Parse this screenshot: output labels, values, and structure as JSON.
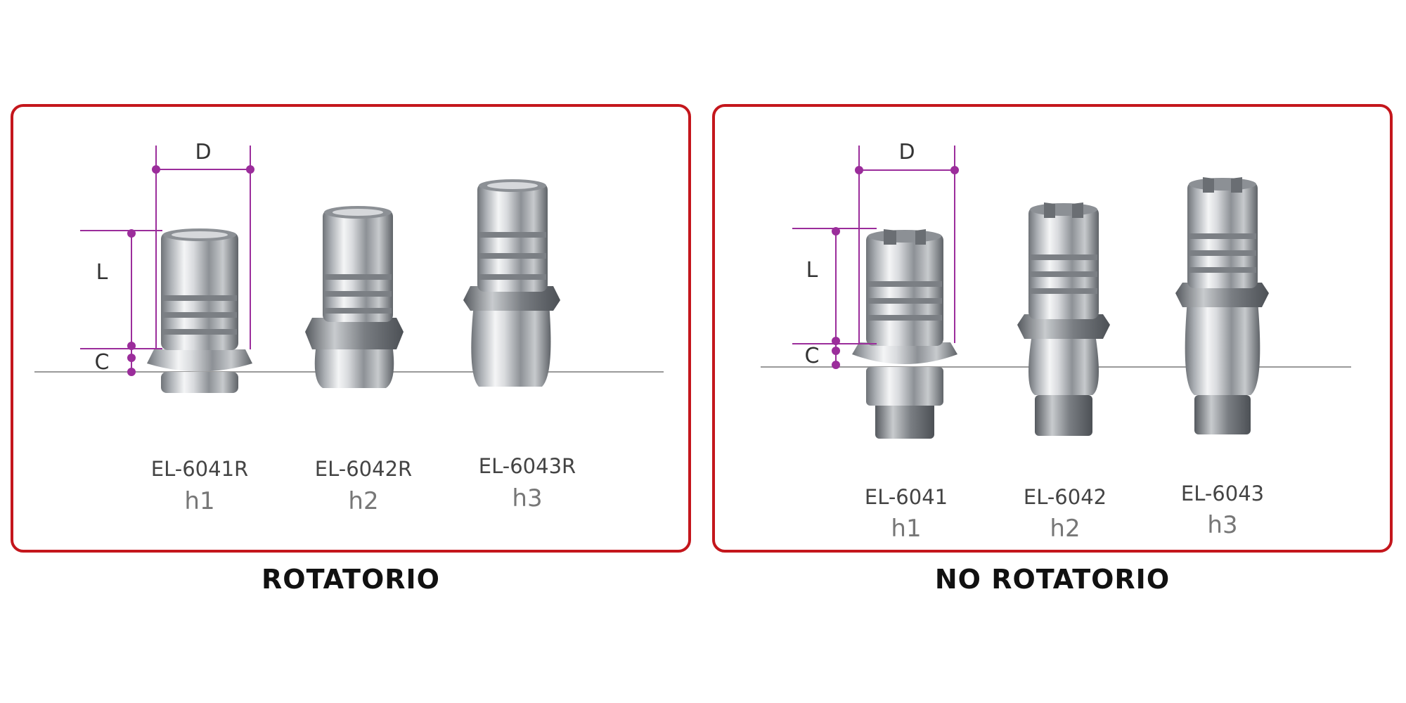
{
  "panels": [
    {
      "caption": "ROTATORIO",
      "dimensions": {
        "d": "D",
        "l": "L",
        "c": "C"
      },
      "items": [
        {
          "code": "EL-6041R",
          "height": "h1"
        },
        {
          "code": "EL-6042R",
          "height": "h2"
        },
        {
          "code": "EL-6043R",
          "height": "h3"
        }
      ]
    },
    {
      "caption": "NO ROTATORIO",
      "dimensions": {
        "d": "D",
        "l": "L",
        "c": "C"
      },
      "items": [
        {
          "code": "EL-6041",
          "height": "h1"
        },
        {
          "code": "EL-6042",
          "height": "h2"
        },
        {
          "code": "EL-6043",
          "height": "h3"
        }
      ]
    }
  ],
  "colors": {
    "frame": "#c4161c",
    "dimension": "#9b2d9b",
    "metal": "#b9bcc0"
  }
}
